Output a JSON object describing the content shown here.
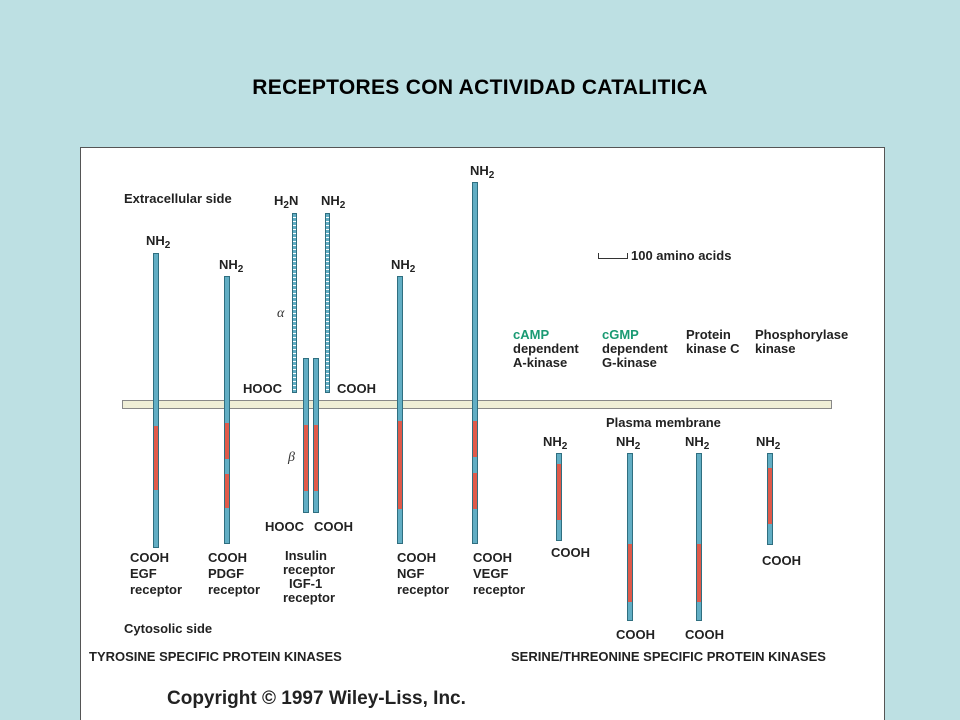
{
  "title": "RECEPTORES CON ACTIVIDAD CATALITICA",
  "copyright": "Copyright © 1997 Wiley-Liss, Inc.",
  "labels": {
    "extracellular": "Extracellular side",
    "cytosolic": "Cytosolic side",
    "plasma_membrane": "Plasma membrane",
    "scale": "100 amino acids",
    "tyrosine": "TYROSINE SPECIFIC PROTEIN KINASES",
    "serine": "SERINE/THREONINE SPECIFIC PROTEIN KINASES",
    "alpha": "α",
    "beta": "β",
    "nh2": "NH2",
    "h2n": "H2N",
    "cooh": "COOH",
    "hooc": "HOOC"
  },
  "receptors": {
    "egf": [
      "EGF",
      "receptor"
    ],
    "pdgf": [
      "PDGF",
      "receptor"
    ],
    "insulin": [
      "Insulin",
      "receptor",
      "IGF-1",
      "receptor"
    ],
    "ngf": [
      "NGF",
      "receptor"
    ],
    "vegf": [
      "VEGF",
      "receptor"
    ]
  },
  "kinases": {
    "camp": [
      "cAMP",
      "dependent",
      "A-kinase"
    ],
    "cgmp": [
      "cGMP",
      "dependent",
      "G-kinase"
    ],
    "pkc": [
      "Protein",
      "kinase C"
    ],
    "phos": [
      "Phosphorylase",
      "kinase"
    ]
  },
  "colors": {
    "chain": "#62aec4",
    "kinase_domain": "#e05a4a",
    "membrane": "#efeed6",
    "highlight": "#1a9a73"
  }
}
